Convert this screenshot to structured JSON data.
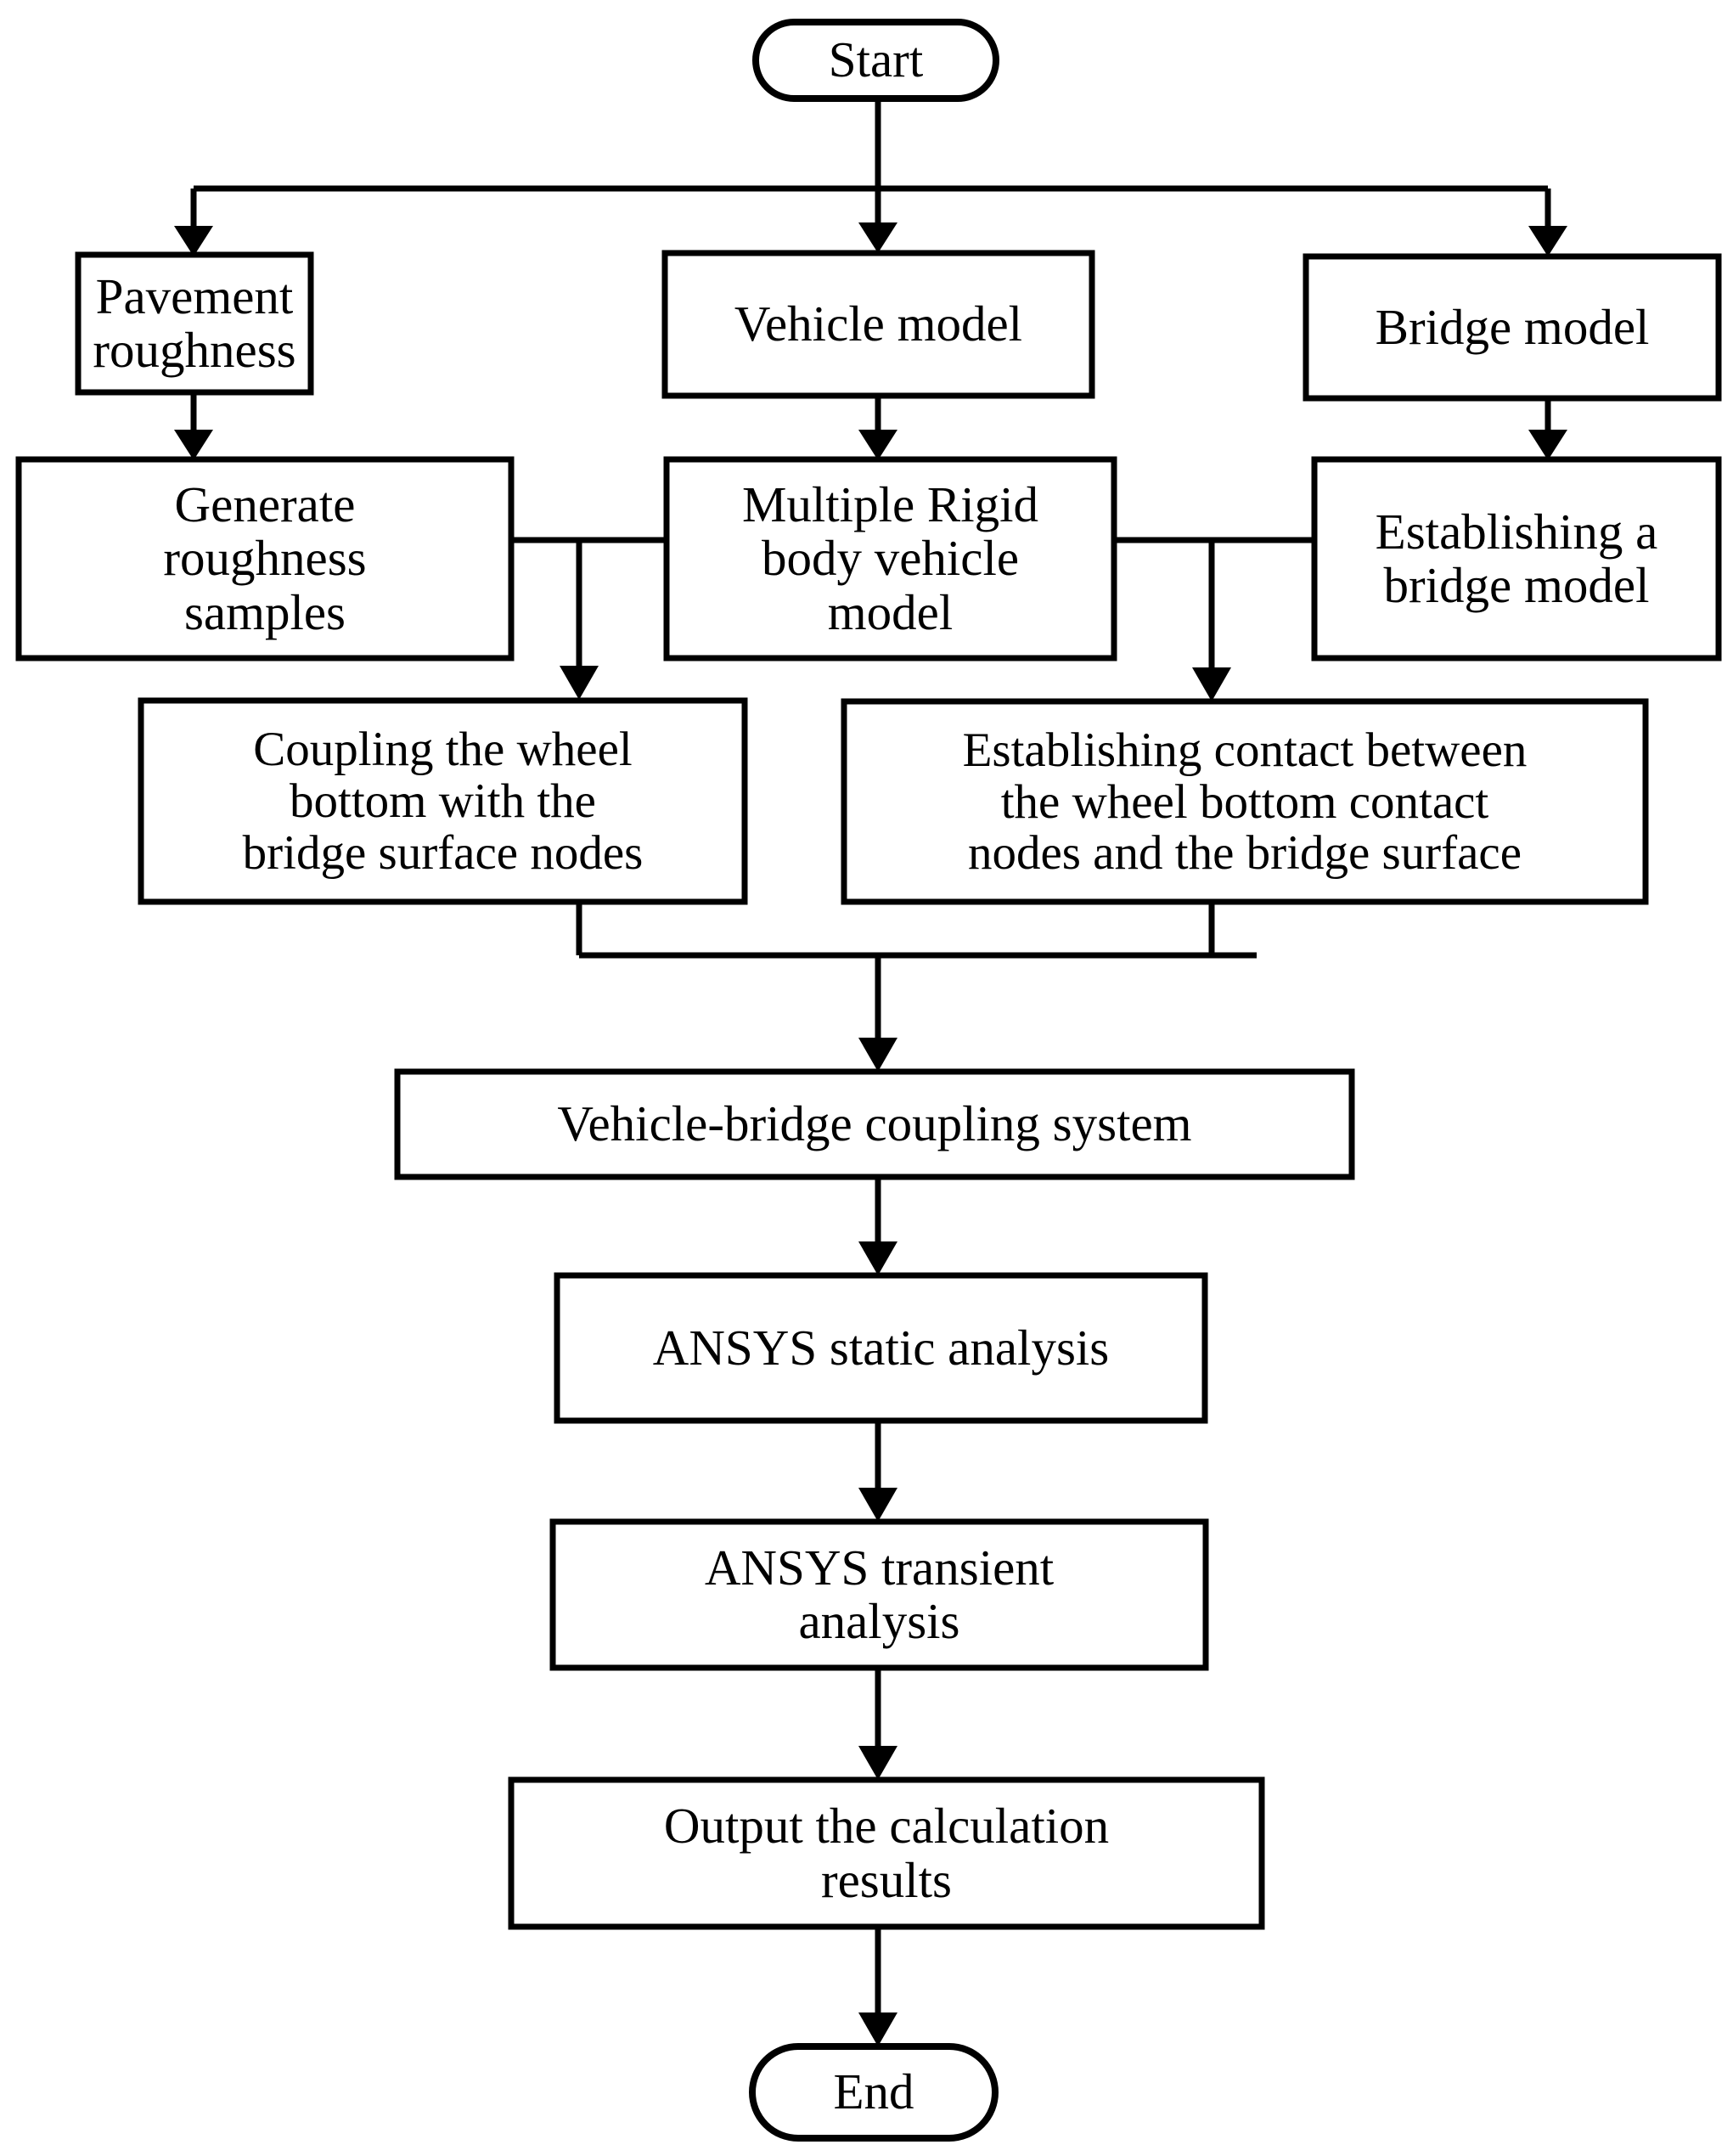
{
  "diagram": {
    "title": "Vehicle-bridge coupling analysis flowchart",
    "type": "flowchart",
    "orientation": "top-to-bottom",
    "background_color": "#ffffff",
    "line_color": "#000000",
    "text_color": "#000000"
  },
  "nodes": {
    "start": {
      "label": "Start",
      "shape": "terminal"
    },
    "pavement_roughness": {
      "label": "Pavement\nroughness",
      "shape": "process"
    },
    "vehicle_model": {
      "label": "Vehicle model",
      "shape": "process"
    },
    "bridge_model": {
      "label": "Bridge model",
      "shape": "process"
    },
    "generate_roughness_samples": {
      "label": "Generate\nroughness\nsamples",
      "shape": "process"
    },
    "multiple_rigid_body_vehicle_model": {
      "label": "Multiple Rigid\nbody vehicle\nmodel",
      "shape": "process"
    },
    "establishing_a_bridge_model": {
      "label": "Establishing a\nbridge model",
      "shape": "process"
    },
    "coupling_wheel_bottom": {
      "label": "Coupling the wheel\nbottom with the\nbridge surface nodes",
      "shape": "process"
    },
    "establishing_contact": {
      "label": "Establishing contact between\nthe wheel bottom contact\nnodes and the bridge surface",
      "shape": "process"
    },
    "vehicle_bridge_coupling_system": {
      "label": "Vehicle-bridge coupling system",
      "shape": "process"
    },
    "ansys_static_analysis": {
      "label": "ANSYS static analysis",
      "shape": "process"
    },
    "ansys_transient_analysis": {
      "label": "ANSYS transient\nanalysis",
      "shape": "process"
    },
    "output_calculation_results": {
      "label": "Output the calculation\nresults",
      "shape": "process"
    },
    "end": {
      "label": "End",
      "shape": "terminal"
    }
  },
  "edges": [
    {
      "from": "start",
      "to": "pavement_roughness"
    },
    {
      "from": "start",
      "to": "vehicle_model"
    },
    {
      "from": "start",
      "to": "bridge_model"
    },
    {
      "from": "pavement_roughness",
      "to": "generate_roughness_samples"
    },
    {
      "from": "vehicle_model",
      "to": "multiple_rigid_body_vehicle_model"
    },
    {
      "from": "bridge_model",
      "to": "establishing_a_bridge_model"
    },
    {
      "from": "generate_roughness_samples",
      "to": "coupling_wheel_bottom"
    },
    {
      "from": "multiple_rigid_body_vehicle_model",
      "to": "coupling_wheel_bottom"
    },
    {
      "from": "multiple_rigid_body_vehicle_model",
      "to": "establishing_contact"
    },
    {
      "from": "establishing_a_bridge_model",
      "to": "establishing_contact"
    },
    {
      "from": "coupling_wheel_bottom",
      "to": "vehicle_bridge_coupling_system"
    },
    {
      "from": "establishing_contact",
      "to": "vehicle_bridge_coupling_system"
    },
    {
      "from": "vehicle_bridge_coupling_system",
      "to": "ansys_static_analysis"
    },
    {
      "from": "ansys_static_analysis",
      "to": "ansys_transient_analysis"
    },
    {
      "from": "ansys_transient_analysis",
      "to": "output_calculation_results"
    },
    {
      "from": "output_calculation_results",
      "to": "end"
    }
  ]
}
